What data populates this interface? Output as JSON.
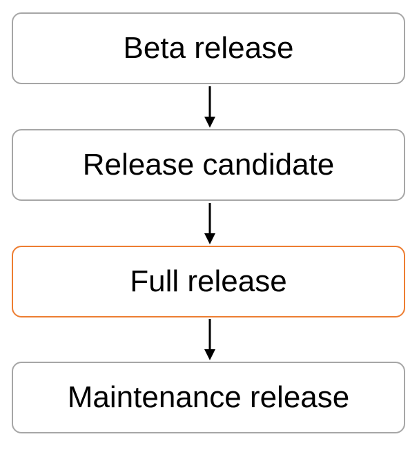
{
  "flow": {
    "steps": [
      {
        "label": "Beta release",
        "highlighted": false
      },
      {
        "label": "Release candidate",
        "highlighted": false
      },
      {
        "label": "Full release",
        "highlighted": true
      },
      {
        "label": "Maintenance release",
        "highlighted": false
      }
    ],
    "colors": {
      "default_border": "#a6a6a6",
      "highlight_border": "#ed7d31",
      "arrow": "#000000",
      "text": "#000000"
    }
  }
}
